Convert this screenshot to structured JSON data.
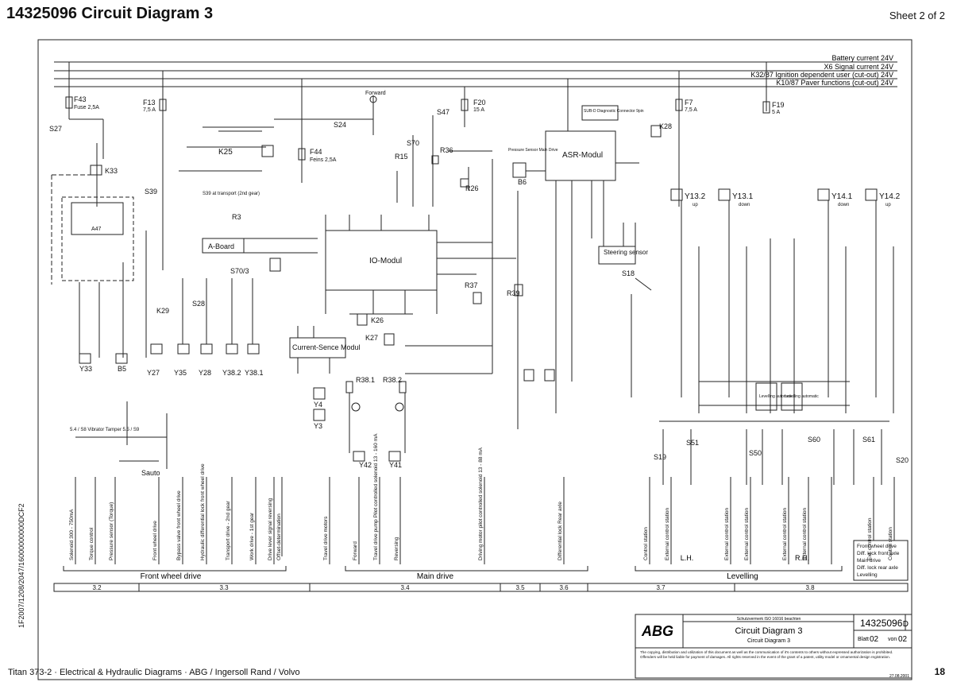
{
  "header": {
    "title": "14325096  Circuit Diagram 3",
    "sheet": "Sheet 2 of 2"
  },
  "side_id": "1F2007/1208/2047/16000000000DCF2",
  "supply_lines": [
    "Battery current 24V",
    "X6 Signal current 24V",
    "K32/87 Ignition dependent user  (cut-out) 24V",
    "K10/87 Paver functions (cut-out) 24V"
  ],
  "components": {
    "f43": "F43",
    "f43_sub": "Fuse 2,5A",
    "f13": "F13",
    "f13_sub": "7,5 A",
    "f44": "F44",
    "f44_sub": "Feins 2,5A",
    "f20": "F20",
    "f20_sub": "15 A",
    "f7": "F7",
    "f7_sub": "7,5 A",
    "f19": "F19",
    "f19_sub": "5 A",
    "s27": "S27",
    "k33": "K33",
    "k25": "K25",
    "s24": "S24",
    "s47": "S47",
    "s70": "S70",
    "r36": "R36",
    "r15": "R15",
    "r26": "R26",
    "b6": "B6",
    "k28": "K28",
    "a47": "A47",
    "s39": "S39",
    "s39_note": "S39 at transport (2nd gear)",
    "r3": "R3",
    "a_board": "A-Board",
    "io_modul": "IO-Modul",
    "asr_modul": "ASR-Modul",
    "steering_sensor": "Steering sensor",
    "current_modul": "Current-Sence Modul",
    "s70_3": "S70/3",
    "k29": "K29",
    "s28": "S28",
    "k26": "K26",
    "k27": "K27",
    "r37": "R37",
    "r39": "R39",
    "r38_1": "R38.1",
    "r38_2": "R38.2",
    "y4": "Y4",
    "y3": "Y3",
    "y42": "Y42",
    "y41": "Y41",
    "y33": "Y33",
    "b5": "B5",
    "y27": "Y27",
    "y35": "Y35",
    "y28": "Y28",
    "y38_2": "Y38.2",
    "y38_1": "Y38.1",
    "y13_2": "Y13.2",
    "y13_2_sub": "up",
    "y13_1": "Y13.1",
    "y13_1_sub": "down",
    "y14_1": "Y14.1",
    "y14_1_sub": "down",
    "y14_2": "Y14.2",
    "y14_2_sub": "up",
    "s18": "S18",
    "s19": "S19",
    "s51": "S51",
    "s50": "S50",
    "s60": "S60",
    "s61": "S61",
    "s20": "S20",
    "sauto": "Sauto",
    "forward": "Forward",
    "levelling_l": "Levelling automatic",
    "levelling_r": "Levelling automatic",
    "asr_diag": "SUB-D Diagnostic Connector 9pin",
    "pressure_sensor": "Pressure Sensor Main Drive",
    "vibrator": "5.4 / S8 Vibrator Tamper 5.5 / S9"
  },
  "function_labels": [
    "Solenoid 300 - 750mA",
    "Torque control",
    "Pressure sensor (Torque)",
    "Front wheel drive",
    "Bypass valve front wheel drive",
    "Hydraulic differential lock front wheel drive",
    "Transport drive - 2nd gear",
    "Work drive - 1st gear",
    "Drive lever signal reversing",
    "Offset-determination",
    "Travel drive motors",
    "Forward",
    "Travel drive pump Pilot controlled solenoid 13 - 160 mA",
    "Reversing",
    "Driving motor pilot controlled solenoid 13 - 88 mA",
    "Differential lock Rear axle",
    "Control station",
    "External control station",
    "External control station",
    "External control station",
    "External control station",
    "External control station",
    "Ext. control station",
    "Control station"
  ],
  "group_labels": {
    "front_wheel_drive": "Front wheel drive",
    "main_drive": "Main drive",
    "levelling": "Levelling",
    "lh": "L.H.",
    "rh": "R.H."
  },
  "section_refs": [
    "3.2",
    "3.3",
    "3.4",
    "3.5",
    "3.6",
    "3.7",
    "3.8"
  ],
  "legend_box": [
    "Front wheel drive",
    "Diff. lock front axle",
    "Main drive",
    "Diff. lock rear axle",
    "Levelling"
  ],
  "title_block": {
    "logo": "ABG",
    "notice": "Schutzvermerk ISO 16016 beachten",
    "drawing_no": "14325096",
    "rev": "D",
    "title": "Circuit Diagram 3",
    "subtitle": "Circuit Diagram 3",
    "blatt_label": "Blatt",
    "blatt": "02",
    "von_label": "von",
    "von": "02",
    "copyright": "The copying, distribution and utilization of this document as well as the communication of it's contents to others without expressed authorization is prohibited. Offenders will be held liable for payment of damages. All rights reserved in the event of the grant of a patent, utility model or ornamental design registration.",
    "date": "27.08.2001"
  },
  "footer": {
    "left": "Titan 373-2  ·  Electrical & Hydraulic Diagrams  ·  ABG / Ingersoll Rand / Volvo",
    "page": "18"
  }
}
